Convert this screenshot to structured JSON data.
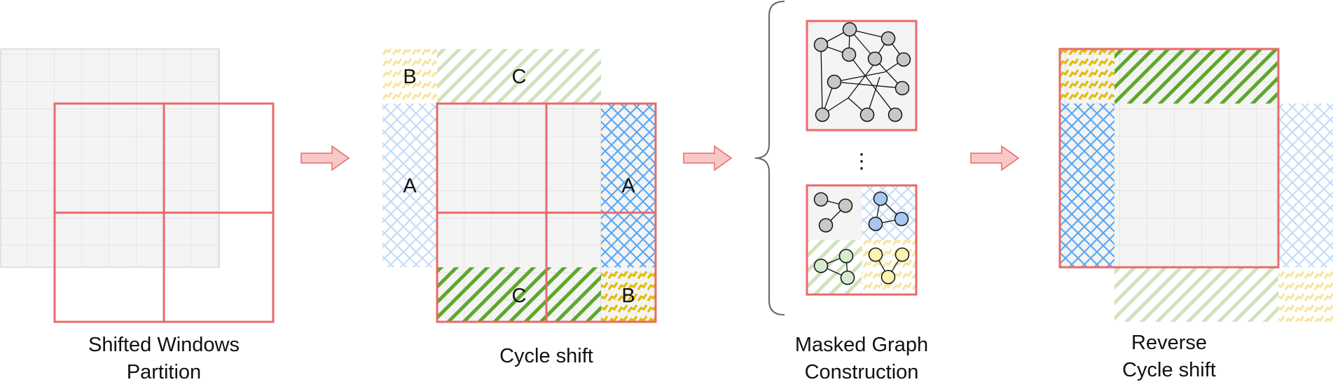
{
  "steps": {
    "shifted_windows": {
      "caption_line1": "Shifted Windows",
      "caption_line2": "Partition"
    },
    "cycle_shift": {
      "caption": "Cycle shift",
      "region_labels": {
        "b_top": "B",
        "c_top": "C",
        "a_left": "A",
        "a_right": "A",
        "c_bottom": "C",
        "b_bottom": "B"
      }
    },
    "masked_graph": {
      "caption_line1": "Masked Graph",
      "caption_line2": "Construction",
      "ellipsis": "⋮"
    },
    "reverse_cycle_shift": {
      "caption_line1": "Reverse",
      "caption_line2": "Cycle shift"
    }
  },
  "colors": {
    "window_border": "#e86a6a",
    "grid_fill": "#f4f4f4",
    "grid_line": "#d6d6d6",
    "region_a": "#5aa8f2",
    "region_b": "#e2bd00",
    "region_c": "#5ea82c",
    "arrow_fill": "#f8c8c8",
    "node_grey": "#c8c8c8",
    "node_blue": "#a9c6f0",
    "node_green": "#d6ecd0",
    "node_yellow": "#fdf2b0"
  }
}
